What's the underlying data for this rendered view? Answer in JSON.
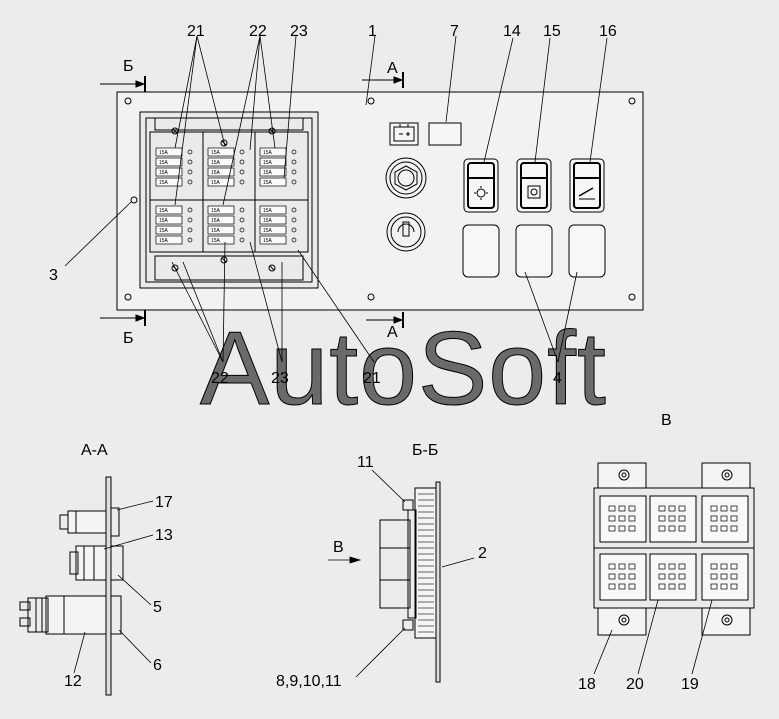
{
  "callouts": {
    "n1": "1",
    "n2": "2",
    "n3": "3",
    "n4": "4",
    "n5": "5",
    "n6": "6",
    "n7": "7",
    "n12": "12",
    "n13": "13",
    "n14": "14",
    "n15": "15",
    "n16": "16",
    "n17": "17",
    "n18": "18",
    "n19": "19",
    "n20": "20",
    "n21_top": "21",
    "n22_top": "22",
    "n23_top": "23",
    "n22_bottom": "22",
    "n23_bottom": "23",
    "n21_bottom": "21",
    "n11": "11",
    "n8_11": "8,9,10,11"
  },
  "section_marks": {
    "b_top": "Б",
    "b_bottom": "Б",
    "a_top": "А",
    "a_bottom": "А"
  },
  "view_titles": {
    "section_aa": "А-А",
    "section_bb": "Б-Б",
    "view_v": "В",
    "arrow_v": "В"
  },
  "fuse_label": "15A",
  "watermark": "AutoSoft"
}
